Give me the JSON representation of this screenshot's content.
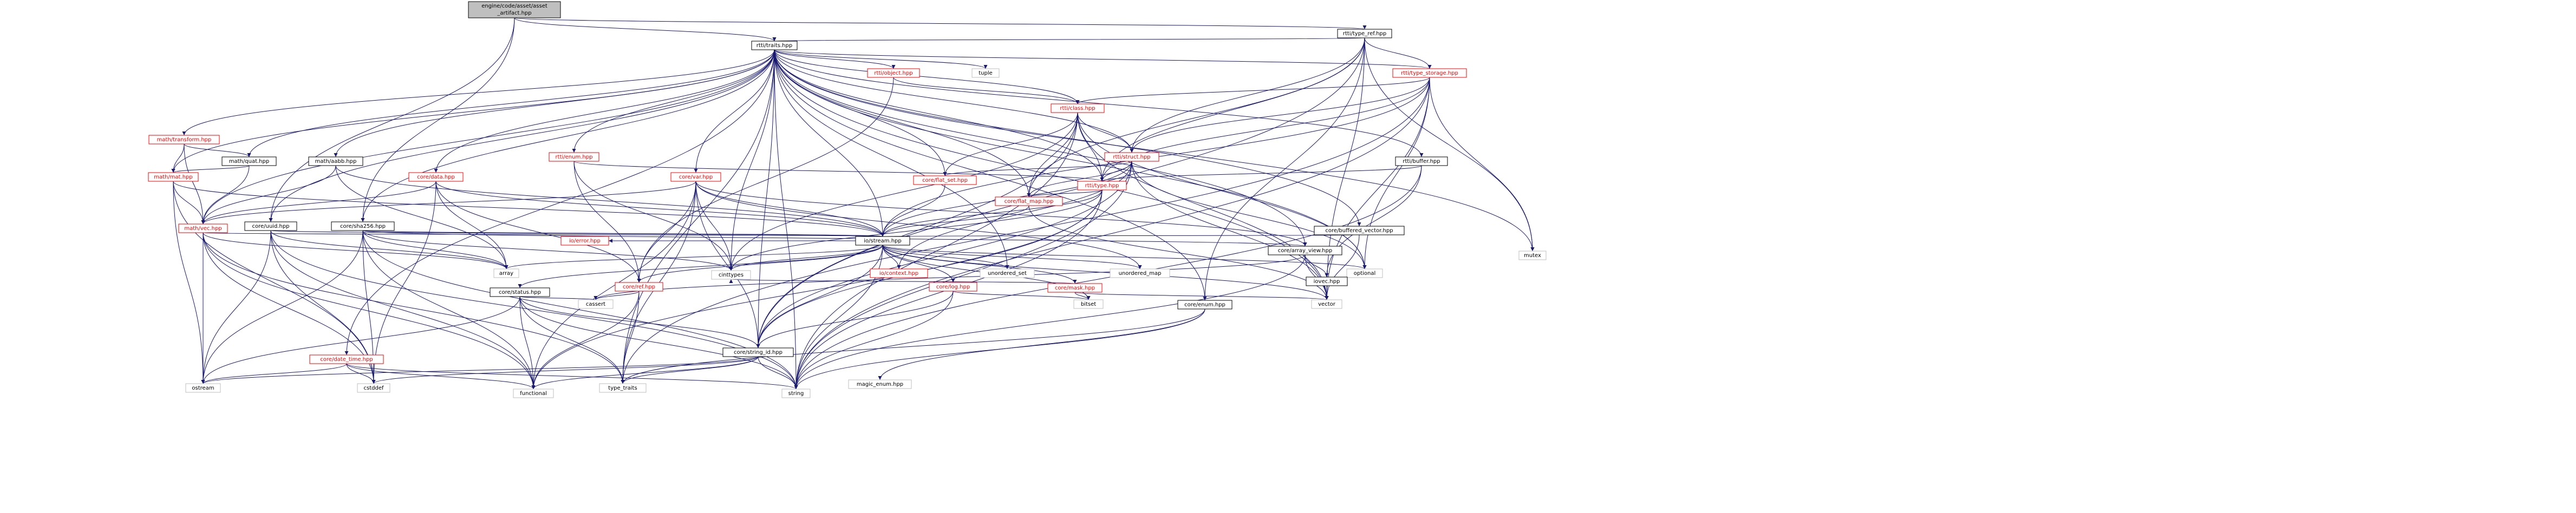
{
  "graph": {
    "colors": {
      "edge": "#191970",
      "root_fill": "#bfbfbf",
      "normal_fill": "#ffffff",
      "normal_stroke": "#000000",
      "normal_text": "#000000",
      "truncated_stroke": "#ff0000",
      "truncated_text": "#ff0000",
      "external_stroke": "#bfbfbf"
    },
    "nodes": [
      {
        "id": "root",
        "label": [
          "engine/code/asset/asset",
          "_artifact.hpp"
        ],
        "kind": "root"
      },
      {
        "id": "rtti_type_ref",
        "label": [
          "rtti/type_ref.hpp"
        ],
        "kind": "normal"
      },
      {
        "id": "rtti_traits",
        "label": [
          "rtti/traits.hpp"
        ],
        "kind": "normal"
      },
      {
        "id": "rtti_object",
        "label": [
          "rtti/object.hpp"
        ],
        "kind": "truncated"
      },
      {
        "id": "rtti_type_storage",
        "label": [
          "rtti/type_storage.hpp"
        ],
        "kind": "truncated"
      },
      {
        "id": "math_transform",
        "label": [
          "math/transform.hpp"
        ],
        "kind": "truncated"
      },
      {
        "id": "math_quat",
        "label": [
          "math/quat.hpp"
        ],
        "kind": "normal"
      },
      {
        "id": "math_aabb",
        "label": [
          "math/aabb.hpp"
        ],
        "kind": "normal"
      },
      {
        "id": "rtti_enum",
        "label": [
          "rtti/enum.hpp"
        ],
        "kind": "truncated"
      },
      {
        "id": "rtti_class",
        "label": [
          "rtti/class.hpp"
        ],
        "kind": "truncated"
      },
      {
        "id": "tuple",
        "label": [
          "tuple"
        ],
        "kind": "external"
      },
      {
        "id": "rtti_struct",
        "label": [
          "rtti/struct.hpp"
        ],
        "kind": "truncated"
      },
      {
        "id": "rtti_buffer",
        "label": [
          "rtti/buffer.hpp"
        ],
        "kind": "normal"
      },
      {
        "id": "math_mat",
        "label": [
          "math/mat.hpp"
        ],
        "kind": "truncated"
      },
      {
        "id": "core_data",
        "label": [
          "core/data.hpp"
        ],
        "kind": "truncated"
      },
      {
        "id": "core_var",
        "label": [
          "core/var.hpp"
        ],
        "kind": "truncated"
      },
      {
        "id": "core_flat_set",
        "label": [
          "core/flat_set.hpp"
        ],
        "kind": "truncated"
      },
      {
        "id": "rtti_type",
        "label": [
          "rtti/type.hpp"
        ],
        "kind": "truncated"
      },
      {
        "id": "math_vec",
        "label": [
          "math/vec.hpp"
        ],
        "kind": "truncated"
      },
      {
        "id": "core_uuid",
        "label": [
          "core/uuid.hpp"
        ],
        "kind": "normal"
      },
      {
        "id": "core_sha256",
        "label": [
          "core/sha256.hpp"
        ],
        "kind": "normal"
      },
      {
        "id": "core_flat_map",
        "label": [
          "core/flat_map.hpp"
        ],
        "kind": "truncated"
      },
      {
        "id": "core_buffered_vector",
        "label": [
          "core/buffered_vector.hpp"
        ],
        "kind": "normal"
      },
      {
        "id": "io_stream",
        "label": [
          "io/stream.hpp"
        ],
        "kind": "normal"
      },
      {
        "id": "core_array_view",
        "label": [
          "core/array_view.hpp"
        ],
        "kind": "normal"
      },
      {
        "id": "io_error",
        "label": [
          "io/error.hpp"
        ],
        "kind": "truncated"
      },
      {
        "id": "core_status",
        "label": [
          "core/status.hpp"
        ],
        "kind": "normal"
      },
      {
        "id": "core_ref",
        "label": [
          "core/ref.hpp"
        ],
        "kind": "truncated"
      },
      {
        "id": "core_log",
        "label": [
          "core/log.hpp"
        ],
        "kind": "truncated"
      },
      {
        "id": "io_context",
        "label": [
          "io/context.hpp"
        ],
        "kind": "truncated"
      },
      {
        "id": "core_mask",
        "label": [
          "core/mask.hpp"
        ],
        "kind": "truncated"
      },
      {
        "id": "array",
        "label": [
          "array"
        ],
        "kind": "external"
      },
      {
        "id": "cinttypes",
        "label": [
          "cinttypes"
        ],
        "kind": "external"
      },
      {
        "id": "unordered_set",
        "label": [
          "unordered_set"
        ],
        "kind": "external"
      },
      {
        "id": "unordered_map",
        "label": [
          "unordered_map"
        ],
        "kind": "external"
      },
      {
        "id": "optional",
        "label": [
          "optional"
        ],
        "kind": "external"
      },
      {
        "id": "iovec",
        "label": [
          "iovec.hpp"
        ],
        "kind": "normal"
      },
      {
        "id": "mutex",
        "label": [
          "mutex"
        ],
        "kind": "external"
      },
      {
        "id": "cassert",
        "label": [
          "cassert"
        ],
        "kind": "external"
      },
      {
        "id": "vector",
        "label": [
          "vector"
        ],
        "kind": "external"
      },
      {
        "id": "bitset",
        "label": [
          "bitset"
        ],
        "kind": "external"
      },
      {
        "id": "core_enum",
        "label": [
          "core/enum.hpp"
        ],
        "kind": "normal"
      },
      {
        "id": "core_date_time",
        "label": [
          "core/date_time.hpp"
        ],
        "kind": "truncated"
      },
      {
        "id": "core_string_id",
        "label": [
          "core/string_id.hpp"
        ],
        "kind": "normal"
      },
      {
        "id": "magic_enum",
        "label": [
          "magic_enum.hpp"
        ],
        "kind": "external"
      },
      {
        "id": "ostream",
        "label": [
          "ostream"
        ],
        "kind": "external"
      },
      {
        "id": "cstddef",
        "label": [
          "cstddef"
        ],
        "kind": "external"
      },
      {
        "id": "type_traits",
        "label": [
          "type_traits"
        ],
        "kind": "external"
      },
      {
        "id": "functional",
        "label": [
          "functional"
        ],
        "kind": "external"
      },
      {
        "id": "string",
        "label": [
          "string"
        ],
        "kind": "external"
      }
    ],
    "edges": [
      [
        "root",
        "rtti_type_ref"
      ],
      [
        "root",
        "rtti_traits"
      ],
      [
        "root",
        "core_uuid"
      ],
      [
        "root",
        "core_sha256"
      ],
      [
        "rtti_type_ref",
        "rtti_traits"
      ],
      [
        "rtti_type_ref",
        "rtti_type_storage"
      ],
      [
        "rtti_type_ref",
        "rtti_type"
      ],
      [
        "rtti_type_ref",
        "core_flat_map"
      ],
      [
        "rtti_type_ref",
        "rtti_struct"
      ],
      [
        "rtti_type_ref",
        "vector"
      ],
      [
        "rtti_type_ref",
        "core_enum"
      ],
      [
        "rtti_type_ref",
        "mutex"
      ],
      [
        "rtti_type_ref",
        "core_string_id"
      ],
      [
        "rtti_traits",
        "rtti_object"
      ],
      [
        "rtti_traits",
        "rtti_type_storage"
      ],
      [
        "rtti_traits",
        "math_transform"
      ],
      [
        "rtti_traits",
        "math_quat"
      ],
      [
        "rtti_traits",
        "math_aabb"
      ],
      [
        "rtti_traits",
        "rtti_enum"
      ],
      [
        "rtti_traits",
        "rtti_class"
      ],
      [
        "rtti_traits",
        "tuple"
      ],
      [
        "rtti_traits",
        "rtti_struct"
      ],
      [
        "rtti_traits",
        "rtti_buffer"
      ],
      [
        "rtti_traits",
        "math_mat"
      ],
      [
        "rtti_traits",
        "core_data"
      ],
      [
        "rtti_traits",
        "core_var"
      ],
      [
        "rtti_traits",
        "core_flat_set"
      ],
      [
        "rtti_traits",
        "rtti_type"
      ],
      [
        "rtti_traits",
        "math_vec"
      ],
      [
        "rtti_traits",
        "core_uuid"
      ],
      [
        "rtti_traits",
        "core_sha256"
      ],
      [
        "rtti_traits",
        "core_flat_map"
      ],
      [
        "rtti_traits",
        "core_buffered_vector"
      ],
      [
        "rtti_traits",
        "io_stream"
      ],
      [
        "rtti_traits",
        "core_array_view"
      ],
      [
        "rtti_traits",
        "core_error"
      ],
      [
        "rtti_traits",
        "optional"
      ],
      [
        "rtti_traits",
        "vector"
      ],
      [
        "rtti_traits",
        "core_enum"
      ],
      [
        "rtti_traits",
        "core_date_time"
      ],
      [
        "rtti_traits",
        "core_string_id"
      ],
      [
        "rtti_traits",
        "type_traits"
      ],
      [
        "rtti_traits",
        "string"
      ],
      [
        "rtti_traits",
        "mutex"
      ],
      [
        "rtti_traits",
        "unordered_set"
      ],
      [
        "rtti_traits",
        "cinttypes"
      ],
      [
        "rtti_object",
        "rtti_class"
      ],
      [
        "rtti_object",
        "core_ref"
      ],
      [
        "rtti_type_storage",
        "rtti_class"
      ],
      [
        "rtti_type_storage",
        "rtti_struct"
      ],
      [
        "rtti_type_storage",
        "rtti_type"
      ],
      [
        "rtti_type_storage",
        "io_stream"
      ],
      [
        "rtti_type_storage",
        "optional"
      ],
      [
        "rtti_type_storage",
        "mutex"
      ],
      [
        "rtti_type_storage",
        "string"
      ],
      [
        "rtti_type_storage",
        "type_traits"
      ],
      [
        "rtti_type_storage",
        "vector"
      ],
      [
        "math_transform",
        "math_quat"
      ],
      [
        "math_transform",
        "math_mat"
      ],
      [
        "math_transform",
        "math_vec"
      ],
      [
        "math_quat",
        "math_mat"
      ],
      [
        "math_quat",
        "math_vec"
      ],
      [
        "math_quat",
        "core_error"
      ],
      [
        "math_aabb",
        "math_vec"
      ],
      [
        "math_aabb",
        "io_stream"
      ],
      [
        "math_aabb",
        "array"
      ],
      [
        "rtti_enum",
        "rtti_type"
      ],
      [
        "rtti_enum",
        "core_ref"
      ],
      [
        "rtti_enum",
        "cinttypes"
      ],
      [
        "rtti_enum",
        "core_error"
      ],
      [
        "rtti_class",
        "rtti_struct"
      ],
      [
        "rtti_class",
        "rtti_type"
      ],
      [
        "rtti_class",
        "core_flat_set"
      ],
      [
        "rtti_class",
        "core_flat_map"
      ],
      [
        "rtti_class",
        "core_string_id"
      ],
      [
        "rtti_class",
        "vector"
      ],
      [
        "rtti_class",
        "string"
      ],
      [
        "rtti_class",
        "optional"
      ],
      [
        "rtti_class",
        "cinttypes"
      ],
      [
        "rtti_struct",
        "rtti_type"
      ],
      [
        "rtti_struct",
        "core_flat_set"
      ],
      [
        "rtti_struct",
        "core_flat_map"
      ],
      [
        "rtti_struct",
        "io_stream"
      ],
      [
        "rtti_struct",
        "core_string_id"
      ],
      [
        "rtti_struct",
        "optional"
      ],
      [
        "rtti_struct",
        "string"
      ],
      [
        "rtti_struct",
        "vector"
      ],
      [
        "rtti_struct",
        "io_context"
      ],
      [
        "rtti_struct",
        "core_error"
      ],
      [
        "rtti_buffer",
        "rtti_type"
      ],
      [
        "rtti_buffer",
        "iovec"
      ],
      [
        "rtti_buffer",
        "string"
      ],
      [
        "math_mat",
        "math_vec"
      ],
      [
        "math_mat",
        "cstddef"
      ],
      [
        "math_mat",
        "ostream"
      ],
      [
        "math_mat",
        "core_error"
      ],
      [
        "math_mat",
        "io_stream"
      ],
      [
        "core_data",
        "math_vec"
      ],
      [
        "core_data",
        "core_error"
      ],
      [
        "core_data",
        "core_ref"
      ],
      [
        "core_data",
        "io_stream"
      ],
      [
        "core_data",
        "cstddef"
      ],
      [
        "core_data",
        "array"
      ],
      [
        "core_var",
        "math_vec"
      ],
      [
        "core_var",
        "core_error"
      ],
      [
        "core_var",
        "core_ref"
      ],
      [
        "core_var",
        "io_stream"
      ],
      [
        "core_var",
        "core_string_id"
      ],
      [
        "core_var",
        "type_traits"
      ],
      [
        "core_var",
        "functional"
      ],
      [
        "core_var",
        "cinttypes"
      ],
      [
        "core_var",
        "unordered_map"
      ],
      [
        "core_var",
        "core_array_view"
      ],
      [
        "core_flat_set",
        "core_error"
      ],
      [
        "core_flat_set",
        "io_stream"
      ],
      [
        "rtti_type",
        "core_error"
      ],
      [
        "rtti_type",
        "io_stream"
      ],
      [
        "rtti_type",
        "core_string_id"
      ],
      [
        "rtti_type",
        "core_flat_map"
      ],
      [
        "rtti_type",
        "cinttypes"
      ],
      [
        "rtti_type",
        "string"
      ],
      [
        "rtti_type",
        "functional"
      ],
      [
        "math_vec",
        "core_error"
      ],
      [
        "math_vec",
        "io_stream"
      ],
      [
        "math_vec",
        "ostream"
      ],
      [
        "math_vec",
        "cstddef"
      ],
      [
        "math_vec",
        "type_traits"
      ],
      [
        "math_vec",
        "functional"
      ],
      [
        "math_vec",
        "array"
      ],
      [
        "core_uuid",
        "core_error"
      ],
      [
        "core_uuid",
        "io_stream"
      ],
      [
        "core_uuid",
        "array"
      ],
      [
        "core_uuid",
        "string"
      ],
      [
        "core_uuid",
        "functional"
      ],
      [
        "core_uuid",
        "cstddef"
      ],
      [
        "core_uuid",
        "ostream"
      ],
      [
        "core_sha256",
        "core_error"
      ],
      [
        "core_sha256",
        "io_stream"
      ],
      [
        "core_sha256",
        "array"
      ],
      [
        "core_sha256",
        "string"
      ],
      [
        "core_sha256",
        "cstddef"
      ],
      [
        "core_sha256",
        "ostream"
      ],
      [
        "core_sha256",
        "functional"
      ],
      [
        "core_sha256",
        "core_array_view"
      ],
      [
        "core_sha256",
        "cinttypes"
      ],
      [
        "core_flat_map",
        "core_error"
      ],
      [
        "core_flat_map",
        "io_stream"
      ],
      [
        "core_flat_map",
        "vector"
      ],
      [
        "core_buffered_vector",
        "core_error"
      ],
      [
        "core_buffered_vector",
        "io_stream"
      ],
      [
        "core_buffered_vector",
        "vector"
      ],
      [
        "io_stream",
        "io_error"
      ],
      [
        "io_stream",
        "core_status"
      ],
      [
        "io_stream",
        "core_ref"
      ],
      [
        "io_stream",
        "core_log"
      ],
      [
        "io_stream",
        "io_context"
      ],
      [
        "io_stream",
        "core_mask"
      ],
      [
        "io_stream",
        "array"
      ],
      [
        "io_stream",
        "cinttypes"
      ],
      [
        "io_stream",
        "unordered_set"
      ],
      [
        "io_stream",
        "unordered_map"
      ],
      [
        "io_stream",
        "optional"
      ],
      [
        "io_stream",
        "vector"
      ],
      [
        "io_stream",
        "string"
      ],
      [
        "io_stream",
        "bitset"
      ],
      [
        "io_stream",
        "core_string_id"
      ],
      [
        "core_array_view",
        "vector"
      ],
      [
        "core_array_view",
        "iovec"
      ],
      [
        "core_array_view",
        "core_error"
      ],
      [
        "core_array_view",
        "cassert"
      ],
      [
        "core_array_view",
        "string"
      ],
      [
        "core_error",
        "core_status"
      ],
      [
        "core_error",
        "core_ref"
      ],
      [
        "core_error",
        "core_log"
      ],
      [
        "core_error",
        "io_context"
      ],
      [
        "core_error",
        "core_mask"
      ],
      [
        "core_error",
        "magic_enum"
      ],
      [
        "core_error",
        "core_string_id"
      ],
      [
        "core_error",
        "cinttypes"
      ],
      [
        "core_error",
        "type_traits"
      ],
      [
        "core_error",
        "functional"
      ],
      [
        "core_error",
        "string"
      ],
      [
        "core_error",
        "cassert"
      ],
      [
        "core_status",
        "core_string_id"
      ],
      [
        "core_status",
        "cassert"
      ],
      [
        "core_status",
        "functional"
      ],
      [
        "core_status",
        "string"
      ],
      [
        "core_status",
        "type_traits"
      ],
      [
        "core_status",
        "ostream"
      ],
      [
        "core_ref",
        "cassert"
      ],
      [
        "core_ref",
        "functional"
      ],
      [
        "core_ref",
        "type_traits"
      ],
      [
        "core_log",
        "core_string_id"
      ],
      [
        "core_log",
        "string"
      ],
      [
        "core_log",
        "bitset"
      ],
      [
        "core_mask",
        "bitset"
      ],
      [
        "core_mask",
        "vector"
      ],
      [
        "core_mask",
        "cinttypes"
      ],
      [
        "core_enum",
        "magic_enum"
      ],
      [
        "core_enum",
        "type_traits"
      ],
      [
        "core_enum",
        "string"
      ],
      [
        "core_date_time",
        "ostream"
      ],
      [
        "core_date_time",
        "cstddef"
      ],
      [
        "core_date_time",
        "functional"
      ],
      [
        "core_date_time",
        "string"
      ],
      [
        "core_string_id",
        "cstddef"
      ],
      [
        "core_string_id",
        "string"
      ],
      [
        "core_string_id",
        "functional"
      ],
      [
        "core_string_id",
        "type_traits"
      ],
      [
        "core_string_id",
        "ostream"
      ]
    ]
  }
}
